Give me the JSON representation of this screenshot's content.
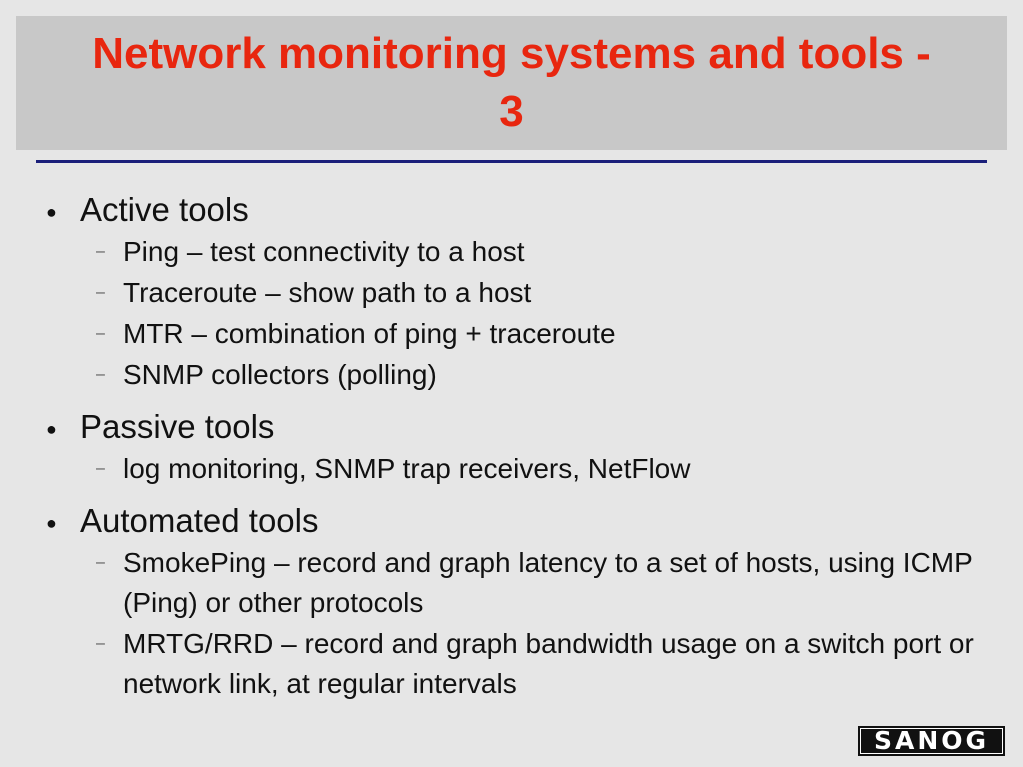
{
  "slide": {
    "title": "Network monitoring systems and tools - 3",
    "sections": [
      {
        "heading": "Active tools",
        "items": [
          "Ping – test connectivity to a host",
          "Traceroute – show path to a host",
          "MTR – combination of ping + traceroute",
          "SNMP collectors (polling)"
        ]
      },
      {
        "heading": "Passive tools",
        "items": [
          "log monitoring, SNMP trap receivers, NetFlow"
        ]
      },
      {
        "heading": "Automated tools",
        "items": [
          "SmokePing – record and graph latency to a set of hosts, using ICMP (Ping) or other protocols",
          "MRTG/RRD – record and graph bandwidth usage on a switch port or network link, at regular intervals"
        ]
      }
    ],
    "logo": "SANOG"
  },
  "colors": {
    "title": "#e8260f",
    "title_background": "#c8c8c8",
    "background": "#e6e6e6",
    "rule": "#1b1f7a",
    "text": "#111111"
  },
  "icons": {
    "level1_bullet": "bullet-dot-icon",
    "level2_bullet": "dash-icon"
  }
}
